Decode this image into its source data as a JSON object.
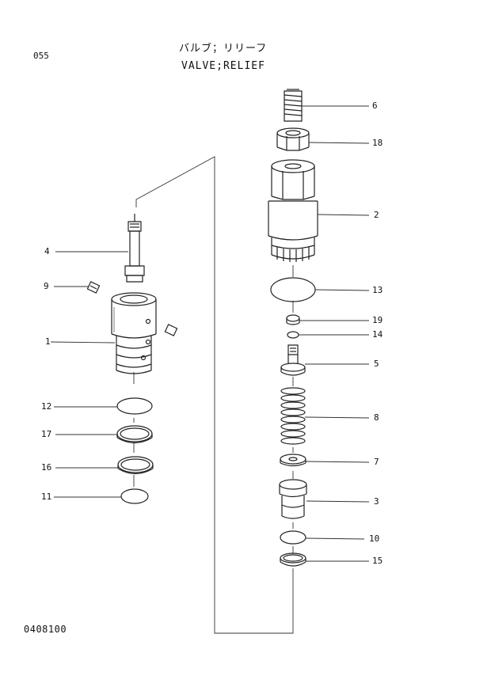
{
  "header": {
    "page_code": "055",
    "title_jp": "バルブ；リリーフ",
    "title_en": "VALVE;RELIEF"
  },
  "footer": {
    "doc_number": "0408100"
  },
  "callouts": {
    "p1": "1",
    "p2": "2",
    "p3": "3",
    "p4": "4",
    "p5": "5",
    "p6": "6",
    "p7": "7",
    "p8": "8",
    "p9": "9",
    "p10": "10",
    "p11": "11",
    "p12": "12",
    "p13": "13",
    "p14": "14",
    "p15": "15",
    "p16": "16",
    "p17": "17",
    "p18": "18",
    "p19": "19"
  }
}
